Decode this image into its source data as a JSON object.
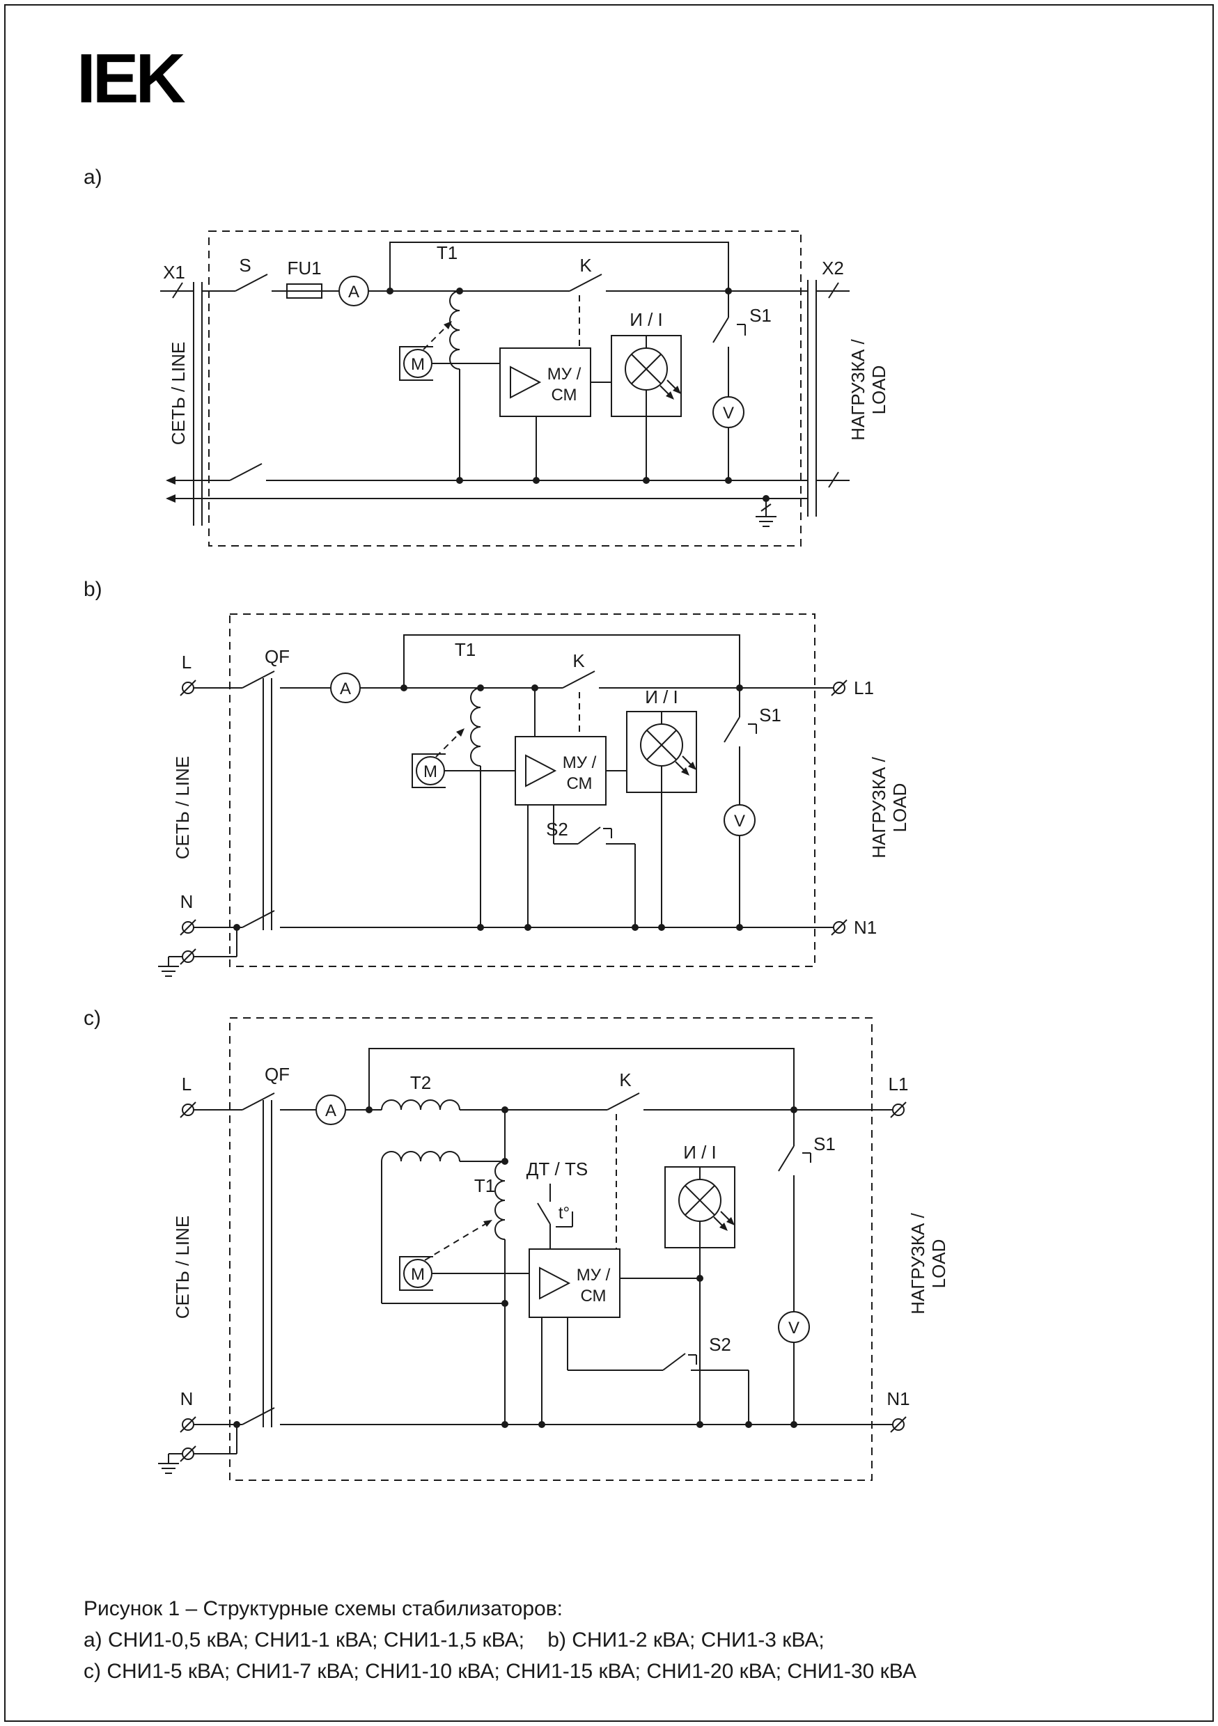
{
  "logo": {
    "text": "IEK"
  },
  "sections": {
    "a": "a)",
    "b": "b)",
    "c": "c)"
  },
  "diagram_a": {
    "x1": "Х1",
    "s": "S",
    "fu1": "FU1",
    "ammeter": "A",
    "t1": "T1",
    "k": "K",
    "indicator": "И / I",
    "s1": "S1",
    "voltmeter": "V",
    "x2": "Х2",
    "motor": "М",
    "mu_line1": "МУ /",
    "mu_line2": "СМ",
    "line_label": "СЕТЬ / LINE",
    "load_line1": "НАГРУЗКА /",
    "load_line2": "LOAD"
  },
  "diagram_b": {
    "l": "L",
    "qf": "QF",
    "ammeter": "A",
    "t1": "T1",
    "k": "K",
    "indicator": "И / I",
    "s1": "S1",
    "s2": "S2",
    "voltmeter": "V",
    "motor": "М",
    "mu_line1": "МУ /",
    "mu_line2": "СМ",
    "l1": "L1",
    "n": "N",
    "n1": "N1",
    "line_label": "СЕТЬ / LINE",
    "load_line1": "НАГРУЗКА /",
    "load_line2": "LOAD"
  },
  "diagram_c": {
    "l": "L",
    "qf": "QF",
    "ammeter": "A",
    "t2": "T2",
    "t1": "T1",
    "dt": "ДТ / TS",
    "t_deg": "t°",
    "k": "K",
    "indicator": "И / I",
    "s1": "S1",
    "s2": "S2",
    "voltmeter": "V",
    "motor": "М",
    "mu_line1": "МУ /",
    "mu_line2": "СМ",
    "l1": "L1",
    "n": "N",
    "n1": "N1",
    "line_label": "СЕТЬ / LINE",
    "load_line1": "НАГРУЗКА /",
    "load_line2": "LOAD"
  },
  "caption": {
    "line1": "Рисунок 1 – Структурные схемы стабилизаторов:",
    "line2": "a) СНИ1-0,5 кВА; СНИ1-1 кВА; СНИ1-1,5 кВА;    b) СНИ1-2 кВА; СНИ1-3 кВА;",
    "line3": "c) СНИ1-5 кВА; СНИ1-7 кВА; СНИ1-10 кВА; СНИ1-15 кВА; СНИ1-20 кВА; СНИ1-30 кВА"
  },
  "colors": {
    "ink": "#1a1a1a",
    "background": "#ffffff"
  }
}
